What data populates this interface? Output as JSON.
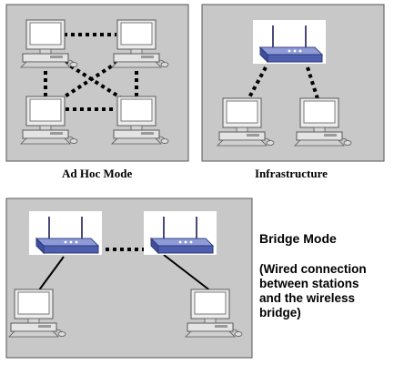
{
  "panels": {
    "adhoc": {
      "label": "Ad Hoc Mode"
    },
    "infrastructure": {
      "label": "Infrastructure"
    },
    "bridge": {
      "title": "Bridge Mode",
      "note_lines": [
        "(Wired connection",
        "between stations",
        "and the wireless",
        "bridge)"
      ]
    }
  },
  "colors": {
    "panel_fill": "#c8c8c8",
    "panel_border": "#555555",
    "monitor_frame": "#e8e8e8",
    "screen": "#ffffff",
    "router_body": "#5a6ab5",
    "link": "#000000"
  },
  "icons": [
    "computer-icon",
    "wireless-router-icon"
  ]
}
